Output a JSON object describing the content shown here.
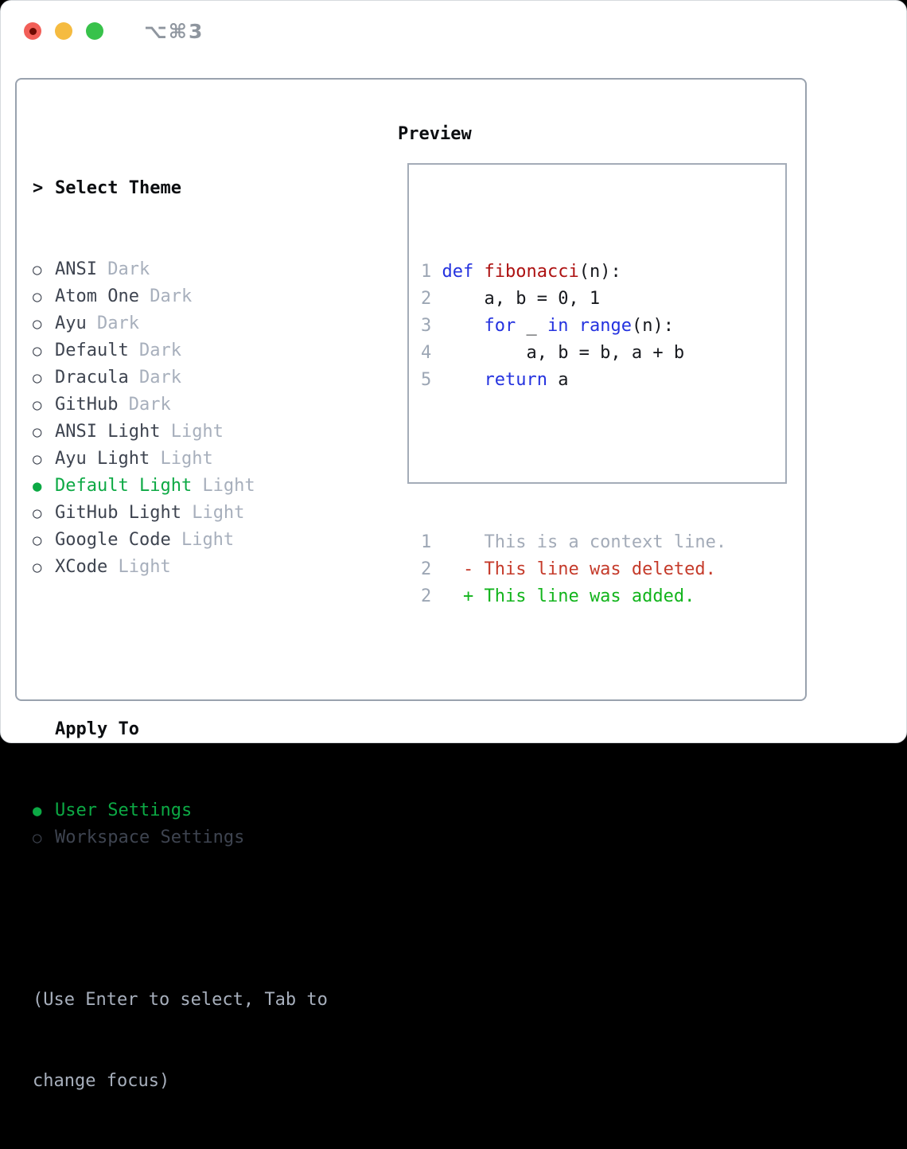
{
  "window": {
    "title": "⌥⌘3"
  },
  "titlebar": {
    "buttons": [
      {
        "name": "close",
        "color": "#f25f58"
      },
      {
        "name": "minimize",
        "color": "#f5bb40"
      },
      {
        "name": "maximize",
        "color": "#38c24b"
      }
    ]
  },
  "theme_list": {
    "header_marker": ">",
    "header": "Select Theme",
    "items": [
      {
        "name": "ANSI",
        "tag": "Dark",
        "selected": false
      },
      {
        "name": "Atom One",
        "tag": "Dark",
        "selected": false
      },
      {
        "name": "Ayu",
        "tag": "Dark",
        "selected": false
      },
      {
        "name": "Default",
        "tag": "Dark",
        "selected": false
      },
      {
        "name": "Dracula",
        "tag": "Dark",
        "selected": false
      },
      {
        "name": "GitHub",
        "tag": "Dark",
        "selected": false
      },
      {
        "name": "ANSI Light",
        "tag": "Light",
        "selected": false
      },
      {
        "name": "Ayu Light",
        "tag": "Light",
        "selected": false
      },
      {
        "name": "Default Light",
        "tag": "Light",
        "selected": true
      },
      {
        "name": "GitHub Light",
        "tag": "Light",
        "selected": false
      },
      {
        "name": "Google Code",
        "tag": "Light",
        "selected": false
      },
      {
        "name": "XCode",
        "tag": "Light",
        "selected": false
      }
    ],
    "marker_unselected": "○",
    "marker_selected": "●"
  },
  "apply_to": {
    "header": "Apply To",
    "items": [
      {
        "name": "User Settings",
        "selected": true
      },
      {
        "name": "Workspace Settings",
        "selected": false
      }
    ]
  },
  "help_lines": [
    "(Use Enter to select, Tab to",
    "change focus)"
  ],
  "preview": {
    "title": "Preview",
    "code_lines": [
      {
        "num": "1",
        "segments": [
          {
            "t": " ",
            "c": "plain"
          },
          {
            "t": "def",
            "c": "kw"
          },
          {
            "t": " ",
            "c": "plain"
          },
          {
            "t": "fibonacci",
            "c": "fn"
          },
          {
            "t": "(n):",
            "c": "plain"
          }
        ]
      },
      {
        "num": "2",
        "segments": [
          {
            "t": "     a, b = 0, 1",
            "c": "plain"
          }
        ]
      },
      {
        "num": "3",
        "segments": [
          {
            "t": "     ",
            "c": "plain"
          },
          {
            "t": "for",
            "c": "kw"
          },
          {
            "t": " _ ",
            "c": "plain"
          },
          {
            "t": "in",
            "c": "kw"
          },
          {
            "t": " ",
            "c": "plain"
          },
          {
            "t": "range",
            "c": "kw"
          },
          {
            "t": "(n):",
            "c": "plain"
          }
        ]
      },
      {
        "num": "4",
        "segments": [
          {
            "t": "         a, b = b, a + b",
            "c": "plain"
          }
        ]
      },
      {
        "num": "5",
        "segments": [
          {
            "t": "     ",
            "c": "plain"
          },
          {
            "t": "return",
            "c": "kw"
          },
          {
            "t": " a",
            "c": "plain"
          }
        ]
      }
    ],
    "diff_lines": [
      {
        "num": "1",
        "segments": [
          {
            "t": "     This is a context line.",
            "c": "ctx"
          }
        ]
      },
      {
        "num": "2",
        "segments": [
          {
            "t": "   ",
            "c": "plain"
          },
          {
            "t": "- This line was deleted.",
            "c": "del"
          }
        ]
      },
      {
        "num": "2",
        "segments": [
          {
            "t": "   ",
            "c": "plain"
          },
          {
            "t": "+ This line was added.",
            "c": "add"
          }
        ]
      }
    ]
  },
  "colors": {
    "kw": "#2432df",
    "fn": "#ad1111",
    "plain": "#17191e",
    "ctx": "#a3abb8",
    "del": "#c53b2b",
    "add": "#12b41c",
    "green": "#0ca944",
    "item": "#3e4450",
    "tag": "#a7afbc",
    "num": "#9ca6b4",
    "headerc": "#0c0e11",
    "tl-red": "#f25f58",
    "tl-red-dot": "#6e0b03",
    "tl-yellow": "#f5bb40",
    "tl-green": "#38c24b"
  }
}
